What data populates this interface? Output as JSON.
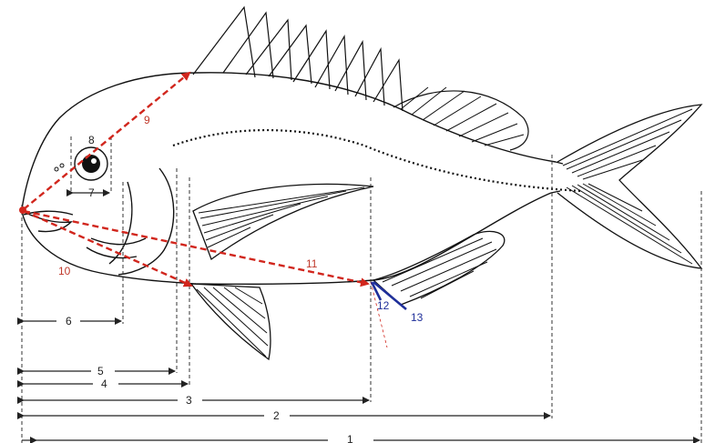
{
  "figure": {
    "measurement_labels": {
      "m1": "1",
      "m2": "2",
      "m3": "3",
      "m4": "4",
      "m5": "5",
      "m6": "6",
      "m7": "7",
      "m8": "8",
      "m9": "9",
      "m10": "10",
      "m11": "11",
      "m12": "12",
      "m13": "13"
    },
    "colors": {
      "outline": "#111111",
      "guide_lines": "#333333",
      "red_measure": "#d1261d",
      "blue_measure": "#1f2f9a"
    }
  }
}
